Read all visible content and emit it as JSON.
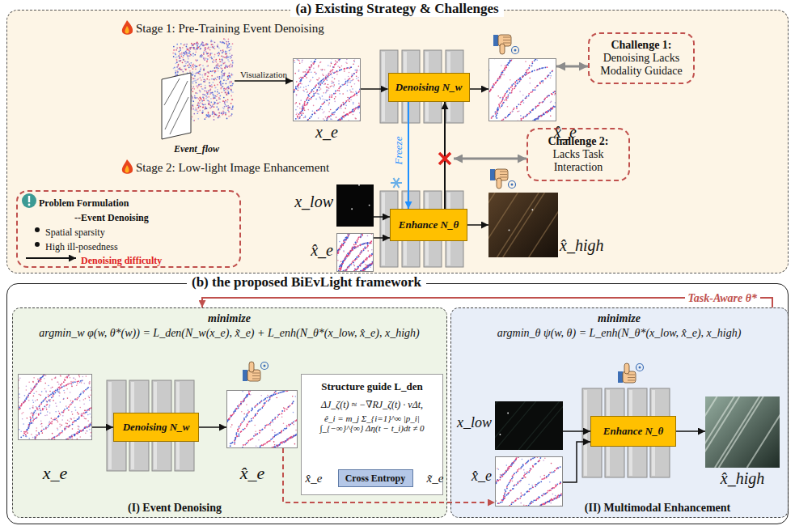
{
  "diagram": {
    "nodes": [
      {
        "text": [
          "(a) Existing Strategy & Challenges"
        ]
      },
      {
        "text": [
          "Event_flow"
        ],
        "in": 0
      },
      {
        "text": [
          "x_e"
        ],
        "in": 0
      },
      {
        "text": [
          "Denoising N_w"
        ],
        "in": 0
      },
      {
        "text": [
          "x̂_e"
        ],
        "in": 0
      },
      {
        "text": [
          "Challenge 1:",
          "Denoising Lacks Modality Guidace"
        ],
        "in": 0
      },
      {
        "text": [
          "Challenge 2:",
          "Lacks Task Interaction"
        ],
        "in": 0
      },
      {
        "text": [
          "Problem Formulation",
          "--Event Denoising",
          "Spatial sparsity",
          "High ill-posedness",
          "Denoising difficulty"
        ],
        "in": 0
      },
      {
        "text": [
          "x_low"
        ],
        "in": 0
      },
      {
        "text": [
          "x̂_e"
        ],
        "in": 0
      },
      {
        "text": [
          "Enhance N_θ"
        ],
        "in": 0
      },
      {
        "text": [
          "x̂_high"
        ],
        "in": 0
      },
      {
        "text": [
          "(b) the proposed BiEvLight framework"
        ]
      },
      {
        "text": [
          "minimize",
          "argmin_w φ(w, θ*(w)) = L_den(N_w(x_e), x̃_e) + L_enh(N_θ*(x_low, x̂_e), x_high)",
          "(I) Event Denoising"
        ],
        "in": 12
      },
      {
        "text": [
          "x_e"
        ],
        "in": 13
      },
      {
        "text": [
          "Denoising N_w"
        ],
        "in": 13
      },
      {
        "text": [
          "x̂_e"
        ],
        "in": 13
      },
      {
        "text": [
          "Structure guide L_den",
          "ΔJ_ζ(t) ≈ −∇RJ_ζ(t) · vΔt,",
          "ê_i = m_j Σ_{i=1}^∞ |p_i| ∫_{−∞}^{∞} Δη(t − t_i)dt ≠ 0"
        ],
        "in": 13
      },
      {
        "text": [
          "Cross Entropy"
        ],
        "in": 17
      },
      {
        "text": [
          "minimize",
          "argmin_θ ψ(w, θ) = L_enh(N_θ*(x_low, x̂_e), x_high)",
          "(II) Multimodal Enhancement"
        ],
        "in": 12
      },
      {
        "text": [
          "x_low"
        ],
        "in": 19
      },
      {
        "text": [
          "x̂_e"
        ],
        "in": 19
      },
      {
        "text": [
          "Enhance N_θ"
        ],
        "in": 19
      },
      {
        "text": [
          "x̂_high"
        ],
        "in": 19
      }
    ],
    "edges": [
      {
        "from": 1,
        "to": 2,
        "label": "Visualization",
        "arrow": "to"
      },
      {
        "from": 2,
        "to": 3,
        "arrow": "to"
      },
      {
        "from": 3,
        "to": 4,
        "arrow": "to"
      },
      {
        "from": 4,
        "to": 5,
        "arrow": "both"
      },
      {
        "from": 3,
        "to": 10,
        "label": "Freeze",
        "arrow": "to"
      },
      {
        "from": 10,
        "to": 3,
        "arrow": "to"
      },
      {
        "from": 8,
        "to": 10,
        "arrow": "to"
      },
      {
        "from": 9,
        "to": 10,
        "arrow": "to"
      },
      {
        "from": 10,
        "to": 11,
        "arrow": "to"
      },
      {
        "from": 19,
        "to": 13,
        "label": "Task-Aware θ*",
        "arrow": "to"
      },
      {
        "from": 14,
        "to": 15,
        "arrow": "to"
      },
      {
        "from": 15,
        "to": 16,
        "arrow": "to"
      },
      {
        "from": 16,
        "to": 21,
        "arrow": "to"
      },
      {
        "from": 20,
        "to": 22,
        "arrow": "to"
      },
      {
        "from": 21,
        "to": 22,
        "arrow": "to"
      },
      {
        "from": 22,
        "to": 23,
        "arrow": "to"
      }
    ],
    "labels": [
      "Stage 1: Pre-Training Event Denoising",
      "Stage 2: Low-light Image Enhancement",
      "x̂_e",
      "x̃_e"
    ]
  }
}
